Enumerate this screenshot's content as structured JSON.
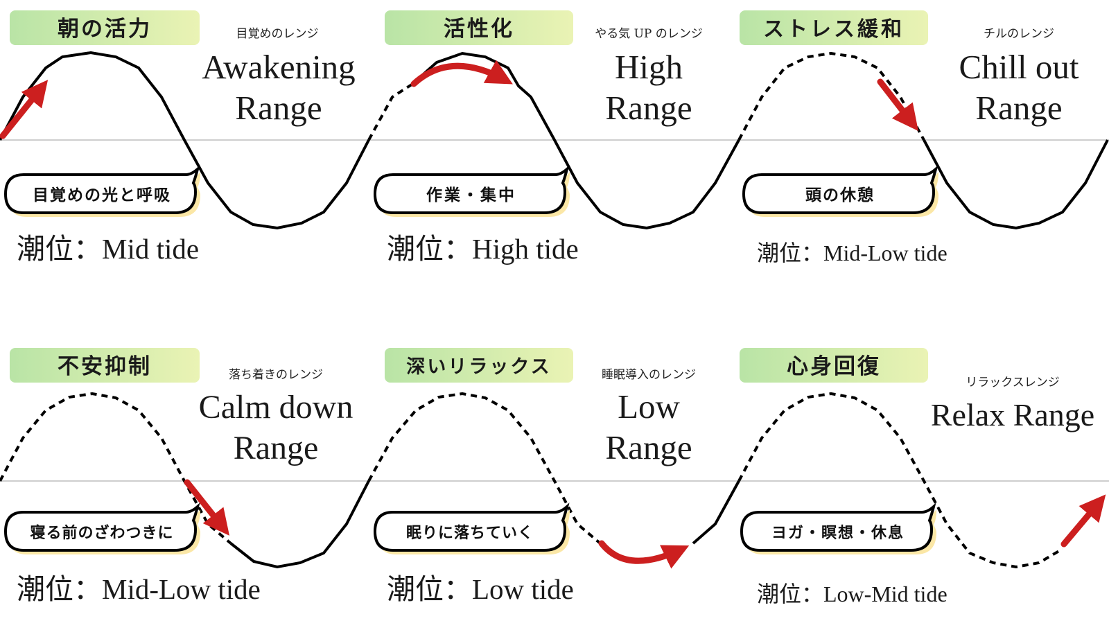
{
  "colors": {
    "tag_gradient_start": "#b9e4a6",
    "tag_gradient_end": "#eaf3b4",
    "bubble_shadow": "#fbe7a6",
    "arrow": "#cc1f1f",
    "wave": "#000000",
    "axis": "#bdbdbd"
  },
  "panels": [
    {
      "tag": "朝の活力",
      "subtitle": "目覚めのレンジ",
      "range_lines": [
        "Awakening",
        "Range"
      ],
      "bubble": "目覚めの光と呼吸",
      "tide": "潮位：Mid tide"
    },
    {
      "tag": "活性化",
      "subtitle": "やる気 UP のレンジ",
      "range_lines": [
        "High",
        "Range"
      ],
      "bubble": "作業・集中",
      "tide": "潮位：High tide"
    },
    {
      "tag": "ストレス緩和",
      "subtitle": "チルのレンジ",
      "range_lines": [
        "Chill out",
        "Range"
      ],
      "bubble": "頭の休憩",
      "tide": "潮位：Mid-Low tide"
    },
    {
      "tag": "不安抑制",
      "subtitle": "落ち着きのレンジ",
      "range_lines": [
        "Calm down",
        "Range"
      ],
      "bubble": "寝る前のざわつきに",
      "tide": "潮位：Mid-Low tide"
    },
    {
      "tag": "深いリラックス",
      "subtitle": "睡眠導入のレンジ",
      "range_lines": [
        "Low",
        "Range"
      ],
      "bubble": "眠りに落ちていく",
      "tide": "潮位：Low tide"
    },
    {
      "tag": "心身回復",
      "subtitle": "リラックスレンジ",
      "range_lines": [
        "Relax Range"
      ],
      "bubble": "ヨガ・瞑想・休息",
      "tide": "潮位：Low-Mid tide"
    }
  ]
}
